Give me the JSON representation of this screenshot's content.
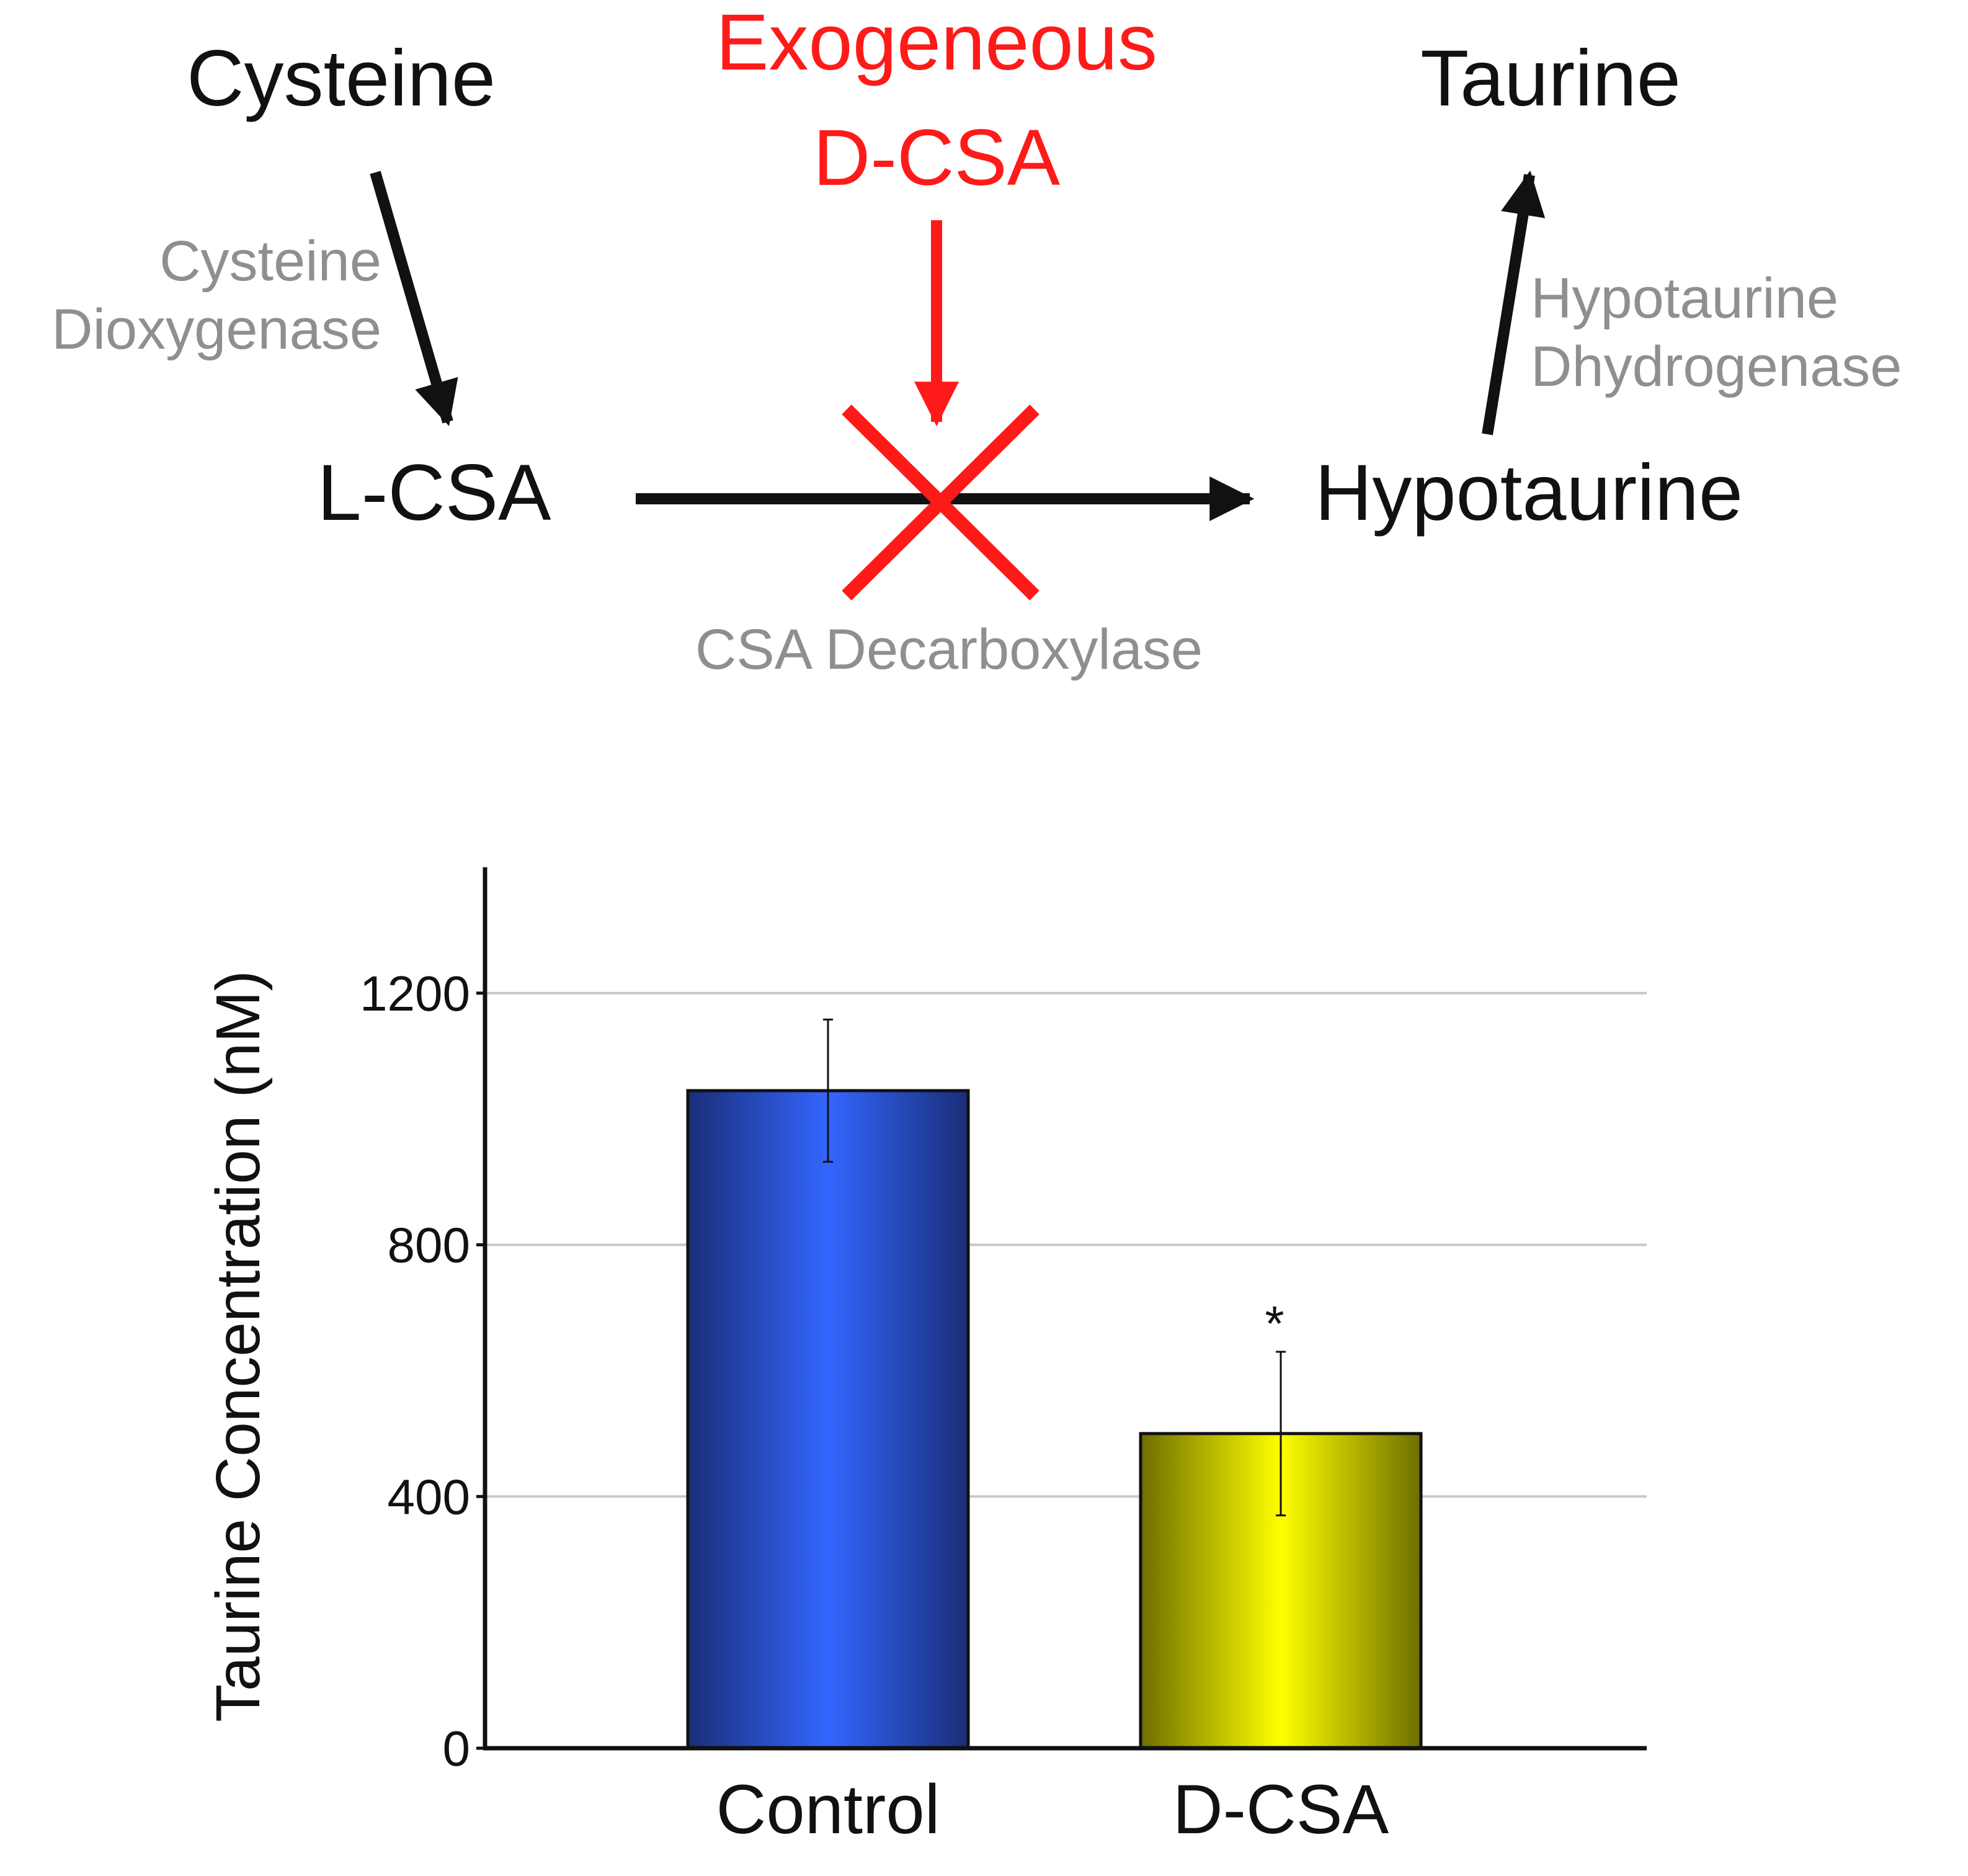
{
  "diagram": {
    "nodes": {
      "cysteine": "Cysteine",
      "taurine": "Taurine",
      "lcsa": "L-CSA",
      "hypotaurine": "Hypotaurine"
    },
    "inhibitor": {
      "line1": "Exogeneous",
      "line2": "D-CSA"
    },
    "enzymes": {
      "cdo_line1": "Cysteine",
      "cdo_line2": "Dioxygenase",
      "csad": "CSA Decarboxylase",
      "htd_line1": "Hypotaurine",
      "htd_line2": "Dhydrogenase"
    },
    "colors": {
      "node": "#111111",
      "enzyme": "#8f8f8f",
      "inhibitor": "#ff1a1a"
    }
  },
  "chart_data": {
    "type": "bar",
    "categories": [
      "Control",
      "D-CSA"
    ],
    "values": [
      1045,
      500
    ],
    "errors": [
      113,
      130
    ],
    "annotations": [
      "",
      "*"
    ],
    "ylabel": "Taurine Concentration (nM)",
    "ylim": [
      0,
      1400
    ],
    "yticks": [
      0,
      400,
      800,
      1200
    ],
    "grid": true,
    "colors": [
      "#3366ff",
      "#ffff00"
    ]
  }
}
